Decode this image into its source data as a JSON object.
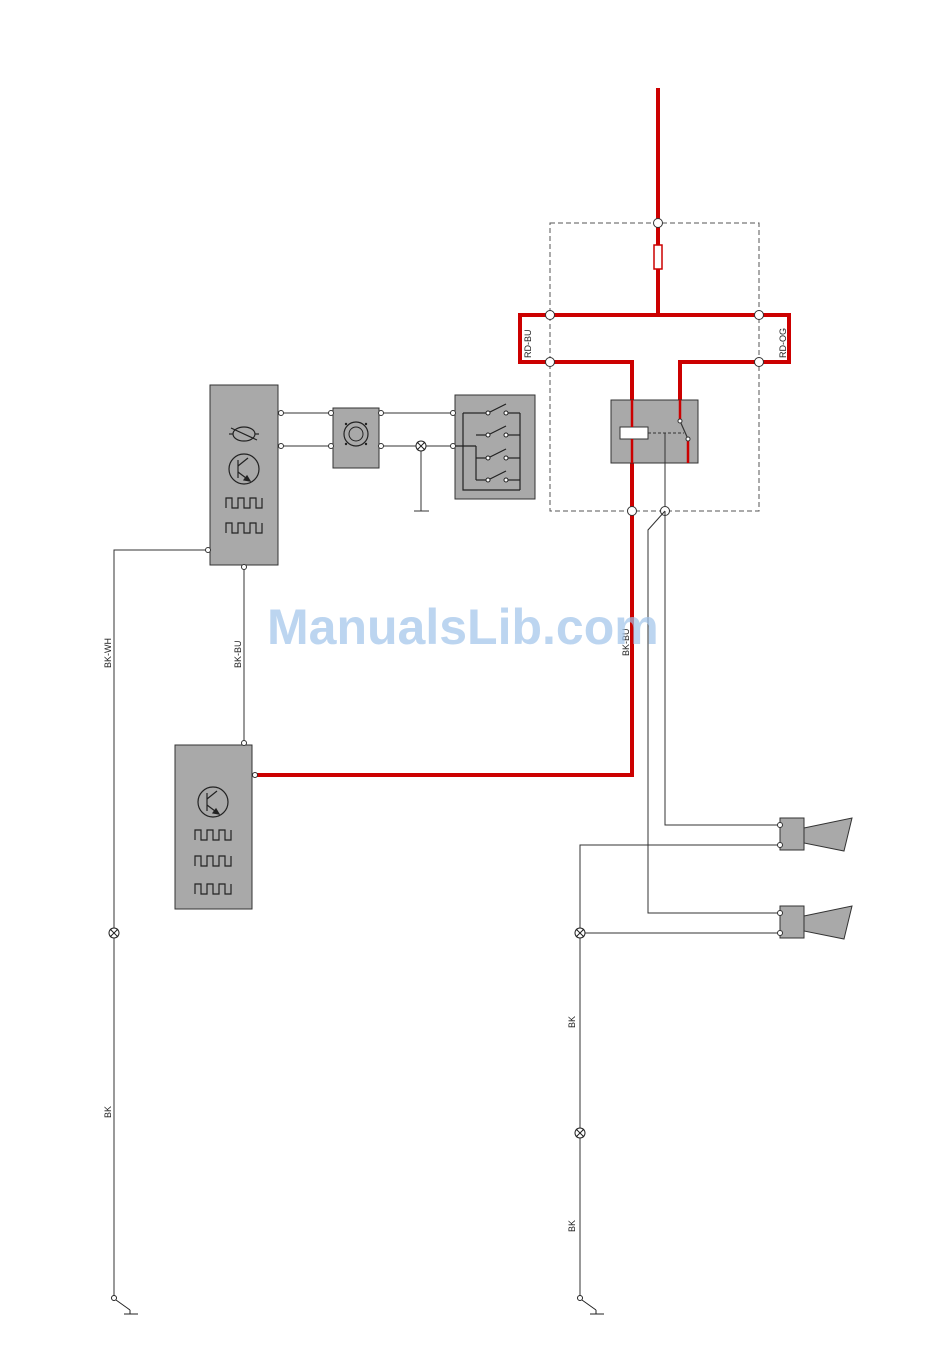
{
  "watermark": "ManualsLib.com",
  "wires": {
    "left_upper": "BK-WH",
    "left_lower": "BK",
    "module_link": "BK-BU",
    "relay_out": "BK-BU",
    "ground_upper": "BK",
    "ground_lower": "BK",
    "fuse_left": "RD-BU",
    "fuse_right": "RD-OG"
  },
  "colors": {
    "power_wire": "#cc0000",
    "component_fill": "#a9a9a9",
    "signal_wire": "#333333"
  }
}
